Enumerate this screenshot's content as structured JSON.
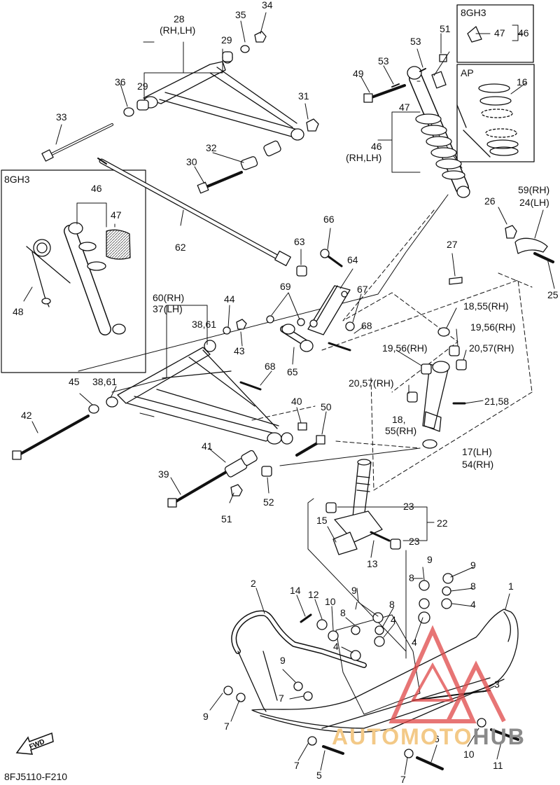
{
  "figure_code": "8FJ5110-F210",
  "fwd_label": "FWD",
  "inset_left_title": "8GH3",
  "inset_top_title": "8GH3",
  "inset_ap_title": "AP",
  "watermark_a": "AUTOMOTO",
  "watermark_b": "HUB",
  "watermark_color_a": "#f3c987",
  "watermark_color_b": "#8a8a8a",
  "callouts": {
    "c28": "28",
    "rhlh_28": "(RH,LH)",
    "c35": "35",
    "c34": "34",
    "c29a": "29",
    "c29b": "29",
    "c36": "36",
    "c31": "31",
    "c33": "33",
    "c32": "32",
    "c30": "30",
    "c62": "62",
    "c46_left": "46",
    "c47_left": "47",
    "c48": "48",
    "c51_top": "51",
    "c53a": "53",
    "c53b": "53",
    "c49": "49",
    "c47_ins": "47",
    "c46_ins": "46",
    "c16": "16",
    "c47_main": "47",
    "c46_main": "46",
    "rhlh_46": "(RH,LH)",
    "c26": "26",
    "c59rh": "59(RH)",
    "c24lh": "24(LH)",
    "c25": "25",
    "c27": "27",
    "c66": "66",
    "c63": "63",
    "c64": "64",
    "c69": "69",
    "c67": "67",
    "c68a": "68",
    "c65": "65",
    "c44": "44",
    "c43": "43",
    "c38_61a": "38,61",
    "c60rh": "60(RH)",
    "c37lh": "37(LH)",
    "c18_55rh": "18,55(RH)",
    "c19_56rh_r": "19,56(RH)",
    "c20_57rh_r": "20,57(RH)",
    "c19_56rh_l": "19,56(RH)",
    "c20_57rh_l": "20,57(RH)",
    "c21_58": "21,58",
    "c18b": "18,",
    "c55rh": "55(RH)",
    "c17lh": "17(LH)",
    "c54rh": "54(RH)",
    "c68b": "68",
    "c45": "45",
    "c38_61b": "38,61",
    "c42": "42",
    "c40": "40",
    "c50": "50",
    "c41": "41",
    "c39": "39",
    "c51_low": "51",
    "c52": "52",
    "c23a": "23",
    "c22": "22",
    "c15": "15",
    "c23b": "23",
    "c13": "13",
    "c2": "2",
    "c14": "14",
    "c12": "12",
    "c10a": "10",
    "c9a": "9",
    "c8a": "8",
    "c8b": "8",
    "c4a": "4",
    "c4b": "4",
    "c9b": "9",
    "c9c": "9",
    "c8c": "8",
    "c8d": "8",
    "c4c": "4",
    "c1": "1",
    "c4d": "4",
    "c3": "3",
    "c9d": "9",
    "c7a": "7",
    "c9e": "9",
    "c7b": "7",
    "c7c": "7",
    "c5": "5",
    "c7d": "7",
    "c6": "6",
    "c10b": "10",
    "c11": "11"
  }
}
